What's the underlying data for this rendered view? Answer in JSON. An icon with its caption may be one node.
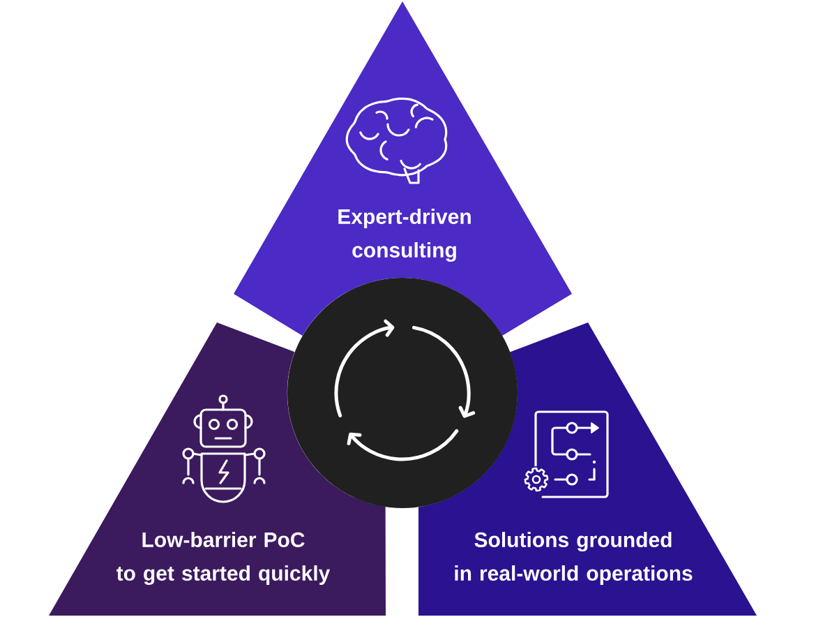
{
  "diagram": {
    "nodes": [
      {
        "text": [
          "Expert-driven consulting"
        ]
      },
      {
        "text": [
          "Low-barrier PoC to get started quickly"
        ]
      },
      {
        "text": [
          "Solutions grounded in real-world operations"
        ]
      },
      {
        "text": [],
        "shape": "circle"
      }
    ]
  }
}
